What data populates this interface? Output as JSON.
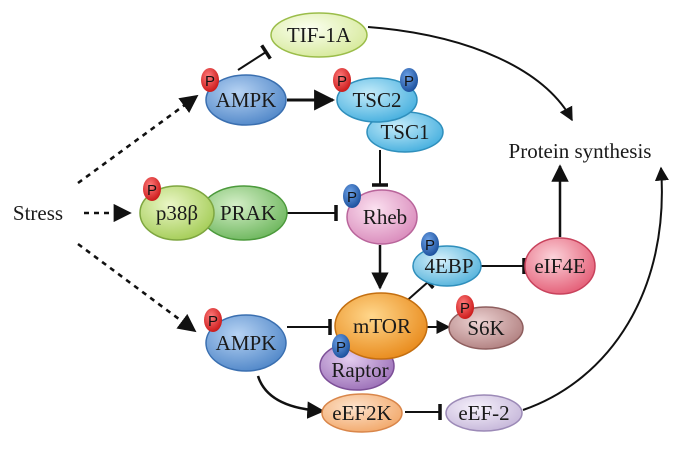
{
  "nodes": {
    "tif1a": "TIF-1A",
    "ampk_top": "AMPK",
    "tsc2": "TSC2",
    "tsc1": "TSC1",
    "protein_synthesis": "Protein synthesis",
    "stress": "Stress",
    "p38b": "p38β",
    "prak": "PRAK",
    "rheb": "Rheb",
    "ebp4": "4EBP",
    "eif4e": "eIF4E",
    "ampk_bottom": "AMPK",
    "mtor": "mTOR",
    "s6k": "S6K",
    "raptor": "Raptor",
    "eef2k": "eEF2K",
    "eef2": "eEF-2"
  },
  "phospho_label": "P",
  "colors": {
    "tif1a": "#e6f2b8",
    "ampk": "#6fa0d8",
    "tsc": "#6fc3e6",
    "p38b": "#b9d97a",
    "prak": "#8cc97a",
    "rheb": "#e9a9cf",
    "ebp4": "#7cc4e0",
    "eif4e": "#ef8a9b",
    "mtor": "#f0a030",
    "raptor": "#b087c6",
    "s6k": "#c89a9a",
    "eef2k": "#f6be8e",
    "eef2": "#d8cde6",
    "phospho_red": "#e32222",
    "phospho_blue": "#1f5fb0"
  }
}
